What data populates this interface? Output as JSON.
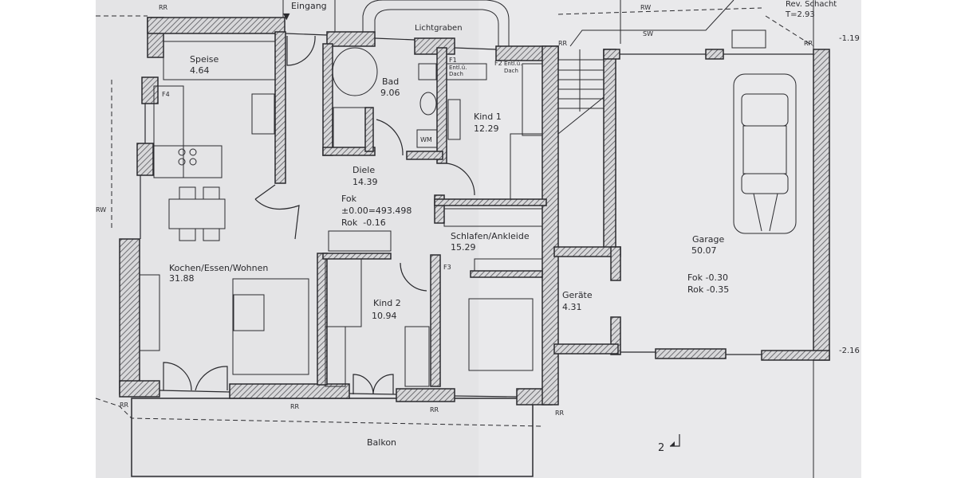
{
  "plan": {
    "entrance": "Eingang",
    "light_well": "Lichtgraben",
    "rooms": {
      "speise": {
        "name": "Speise",
        "area": "4.64"
      },
      "bad": {
        "name": "Bad",
        "area": "9.06"
      },
      "kind1": {
        "name": "Kind 1",
        "area": "12.29"
      },
      "diele": {
        "name": "Diele",
        "area": "14.39"
      },
      "schlafen": {
        "name": "Schlafen/Ankleide",
        "area": "15.29"
      },
      "kochen": {
        "name": "Kochen/Essen/Wohnen",
        "area": "31.88"
      },
      "kind2": {
        "name": "Kind 2",
        "area": "10.94"
      },
      "geraete": {
        "name": "Geräte",
        "area": "4.31"
      },
      "garage": {
        "name": "Garage",
        "area": "50.07",
        "fok": "Fok -0.30",
        "rok": "Rok -0.35"
      },
      "balkon": {
        "name": "Balkon"
      }
    },
    "diele_levels": {
      "fok": "Fok",
      "fok_value": "±0.00=493.498",
      "rok": "Rok  -0.16"
    },
    "windows": {
      "f1": "F1",
      "f1_note1": "Entl.ü.",
      "f1_note2": "Dach",
      "f2": "F2",
      "f2_note1": "Entl.ü.",
      "f2_note2": "Dach",
      "f3": "F3",
      "f4": "F4"
    },
    "pipes": {
      "rr": "RR",
      "rw": "RW",
      "sw": "SW",
      "wm": "WM"
    },
    "shaft": {
      "name": "Rev. Schacht",
      "depth": "T=2.93"
    },
    "elevations": {
      "top_right": "-1.19",
      "bottom_right": "-2.16"
    },
    "section_marker": "2",
    "colors": {
      "paper": "#e4e4e6",
      "line": "#2a2a2e",
      "hatch": "#55555a"
    }
  }
}
